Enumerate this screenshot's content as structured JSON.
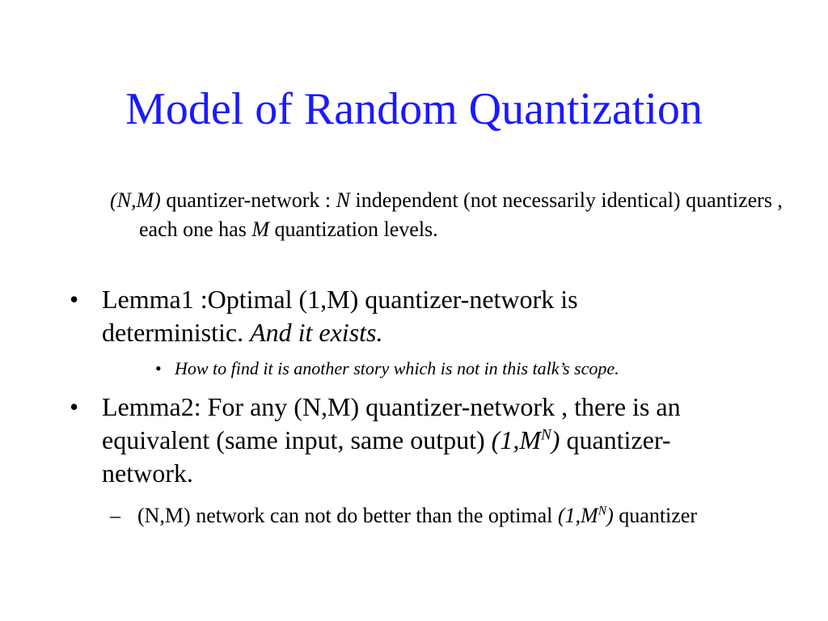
{
  "slide": {
    "title": "Model of Random Quantization",
    "intro": {
      "nm": "(N,M)",
      "t1": " quantizer-network : ",
      "n": "N",
      "t2": " independent (not necessarily identical) quantizers , each one has ",
      "m": "M",
      "t3": " quantization levels."
    },
    "bullet1": {
      "marker": "•",
      "text": "Lemma1 :Optimal (1,M) quantizer-network is deterministic. ",
      "italic": "And it exists."
    },
    "subbullet": {
      "marker": "•",
      "text": "How to find it is another story which is not in this talk’s scope."
    },
    "bullet2": {
      "marker": "•",
      "text": "Lemma2: For any  (N,M) quantizer-network , there is an equivalent (same input, same output) ",
      "it_base": "(1,M",
      "it_sup": "N",
      "it_close": ")",
      "tail": " quantizer-network."
    },
    "dash": {
      "marker": "–",
      "text": "(N,M) network can not do better than the optimal ",
      "it_base": "(1,M",
      "it_sup": "N",
      "it_close": ")",
      "tail": " quantizer"
    }
  }
}
